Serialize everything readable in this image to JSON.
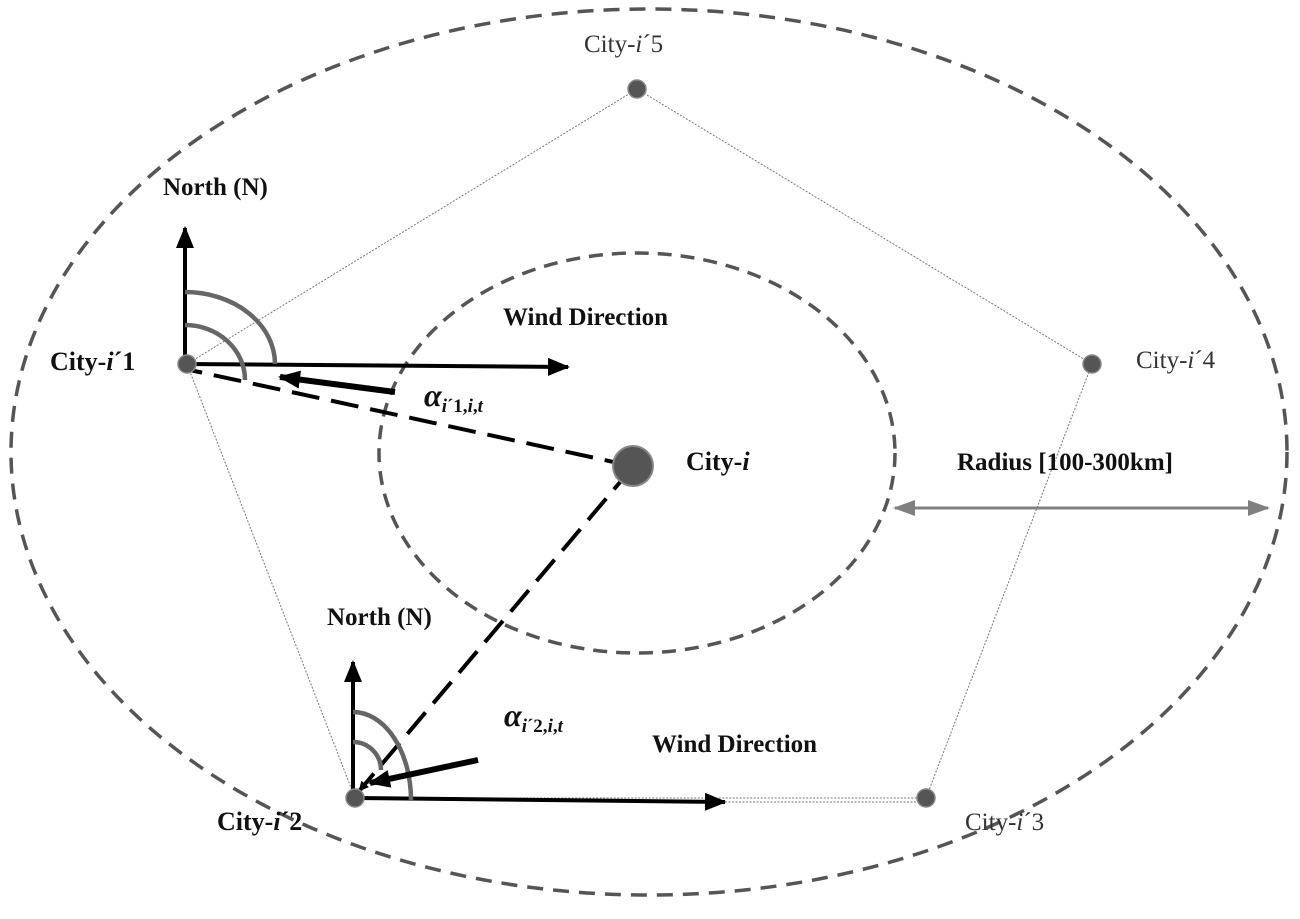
{
  "colors": {
    "dashed": "#555555",
    "arrow": "#000000",
    "arc": "#666666",
    "radius_arrow": "#808080",
    "node": "#555555",
    "thin": "#777777"
  },
  "labels": {
    "north_1": "North (N)",
    "north_2": "North (N)",
    "wind_1": "Wind Direction",
    "wind_2": "Wind Direction",
    "radius": "Radius [100-300km]"
  },
  "cities": {
    "center": {
      "prefix": "City-",
      "var": "i",
      "suffix": ""
    },
    "c1": {
      "prefix": "City-",
      "var": "i",
      "suffix": "´1"
    },
    "c2": {
      "prefix": "City-",
      "var": "i",
      "suffix": "´2"
    },
    "c3": {
      "prefix": "City-",
      "var": "i",
      "suffix": "´3"
    },
    "c4": {
      "prefix": "City-",
      "var": "i",
      "suffix": "´4"
    },
    "c5": {
      "prefix": "City-",
      "var": "i",
      "suffix": "´5"
    }
  },
  "angles": {
    "a1": {
      "symbol": "α",
      "sub_i": "i",
      "sub_rest": "´1,",
      "sub_i2": "i",
      "comma": ",",
      "sub_t": "t"
    },
    "a2": {
      "symbol": "α",
      "sub_i": "i",
      "sub_rest": "´2,",
      "sub_i2": "i",
      "comma": ",",
      "sub_t": "t"
    }
  }
}
